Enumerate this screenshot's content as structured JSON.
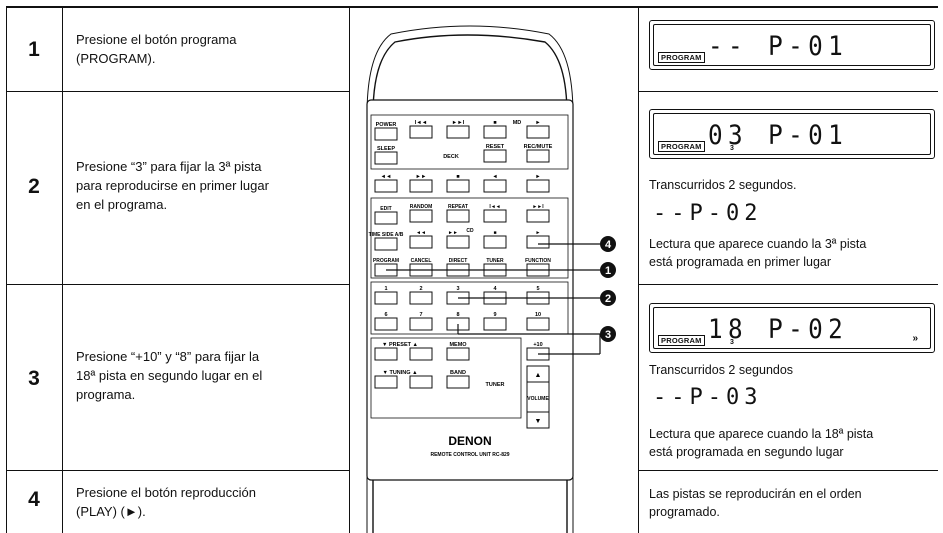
{
  "steps": [
    {
      "number": "1",
      "text": [
        "Presione el botón programa",
        "(PROGRAM)."
      ]
    },
    {
      "number": "2",
      "text": [
        "Presione “3” para fijar la 3ª pista",
        "para reproducirse en primer lugar",
        "en el programa."
      ]
    },
    {
      "number": "3",
      "text": [
        "Presione “+10” y “8” para fijar la",
        "18ª pista en segundo lugar en el",
        "programa."
      ]
    },
    {
      "number": "4",
      "text": [
        "Presione el botón reproducción",
        "(PLAY) (►)."
      ]
    }
  ],
  "displays": {
    "d1": {
      "badge": "PROGRAM",
      "digits": "--  P-01"
    },
    "d2": {
      "badge": "PROGRAM",
      "digits": "03  P-01",
      "sub": "3",
      "after": "Transcurridos 2 segundos.",
      "line": "--P-02",
      "note": [
        "Lectura que aparece cuando la 3ª pista",
        "está programada en primer lugar"
      ]
    },
    "d3": {
      "badge": "PROGRAM",
      "digits": "18  P-02",
      "sub": "3",
      "chev": "»",
      "after": "Transcurridos 2 segundos",
      "line": "--P-03",
      "note": [
        "Lectura que aparece cuando la 18ª pista",
        "está programada en segundo lugar"
      ]
    },
    "d4": {
      "note": [
        "Las pistas se reproducirán en el orden",
        "programado."
      ]
    }
  },
  "remote": {
    "brand": "DENON",
    "model": "REMOTE CONTROL UNIT RC-829",
    "row1": [
      "POWER",
      "I◄◄",
      "►►I",
      "■",
      "MD",
      "►"
    ],
    "row2": [
      "SLEEP",
      "DECK",
      "RESET",
      "REC/MUTE"
    ],
    "row3": [
      "◄◄",
      "►►",
      "■",
      "◄",
      "►"
    ],
    "row4": [
      "EDIT",
      "RANDOM",
      "REPEAT",
      "I◄◄",
      "►►I"
    ],
    "row5": [
      "TIME SIDE A/B",
      "◄◄",
      "►►",
      "CD",
      "■",
      "►"
    ],
    "row6": [
      "PROGRAM",
      "CANCEL",
      "DIRECT",
      "TUNER",
      "FUNCTION"
    ],
    "numbers1": [
      "1",
      "2",
      "3",
      "4",
      "5"
    ],
    "numbers2": [
      "6",
      "7",
      "8",
      "9",
      "10"
    ],
    "preset": "▼  PRESET  ▲",
    "memo": "MEMO",
    "plus10": "+10",
    "tuning": "▼  TUNING  ▲",
    "band": "BAND",
    "tuner_tag": "TUNER",
    "volume": "VOLUME",
    "callouts": [
      "4",
      "1",
      "2",
      "3"
    ]
  }
}
